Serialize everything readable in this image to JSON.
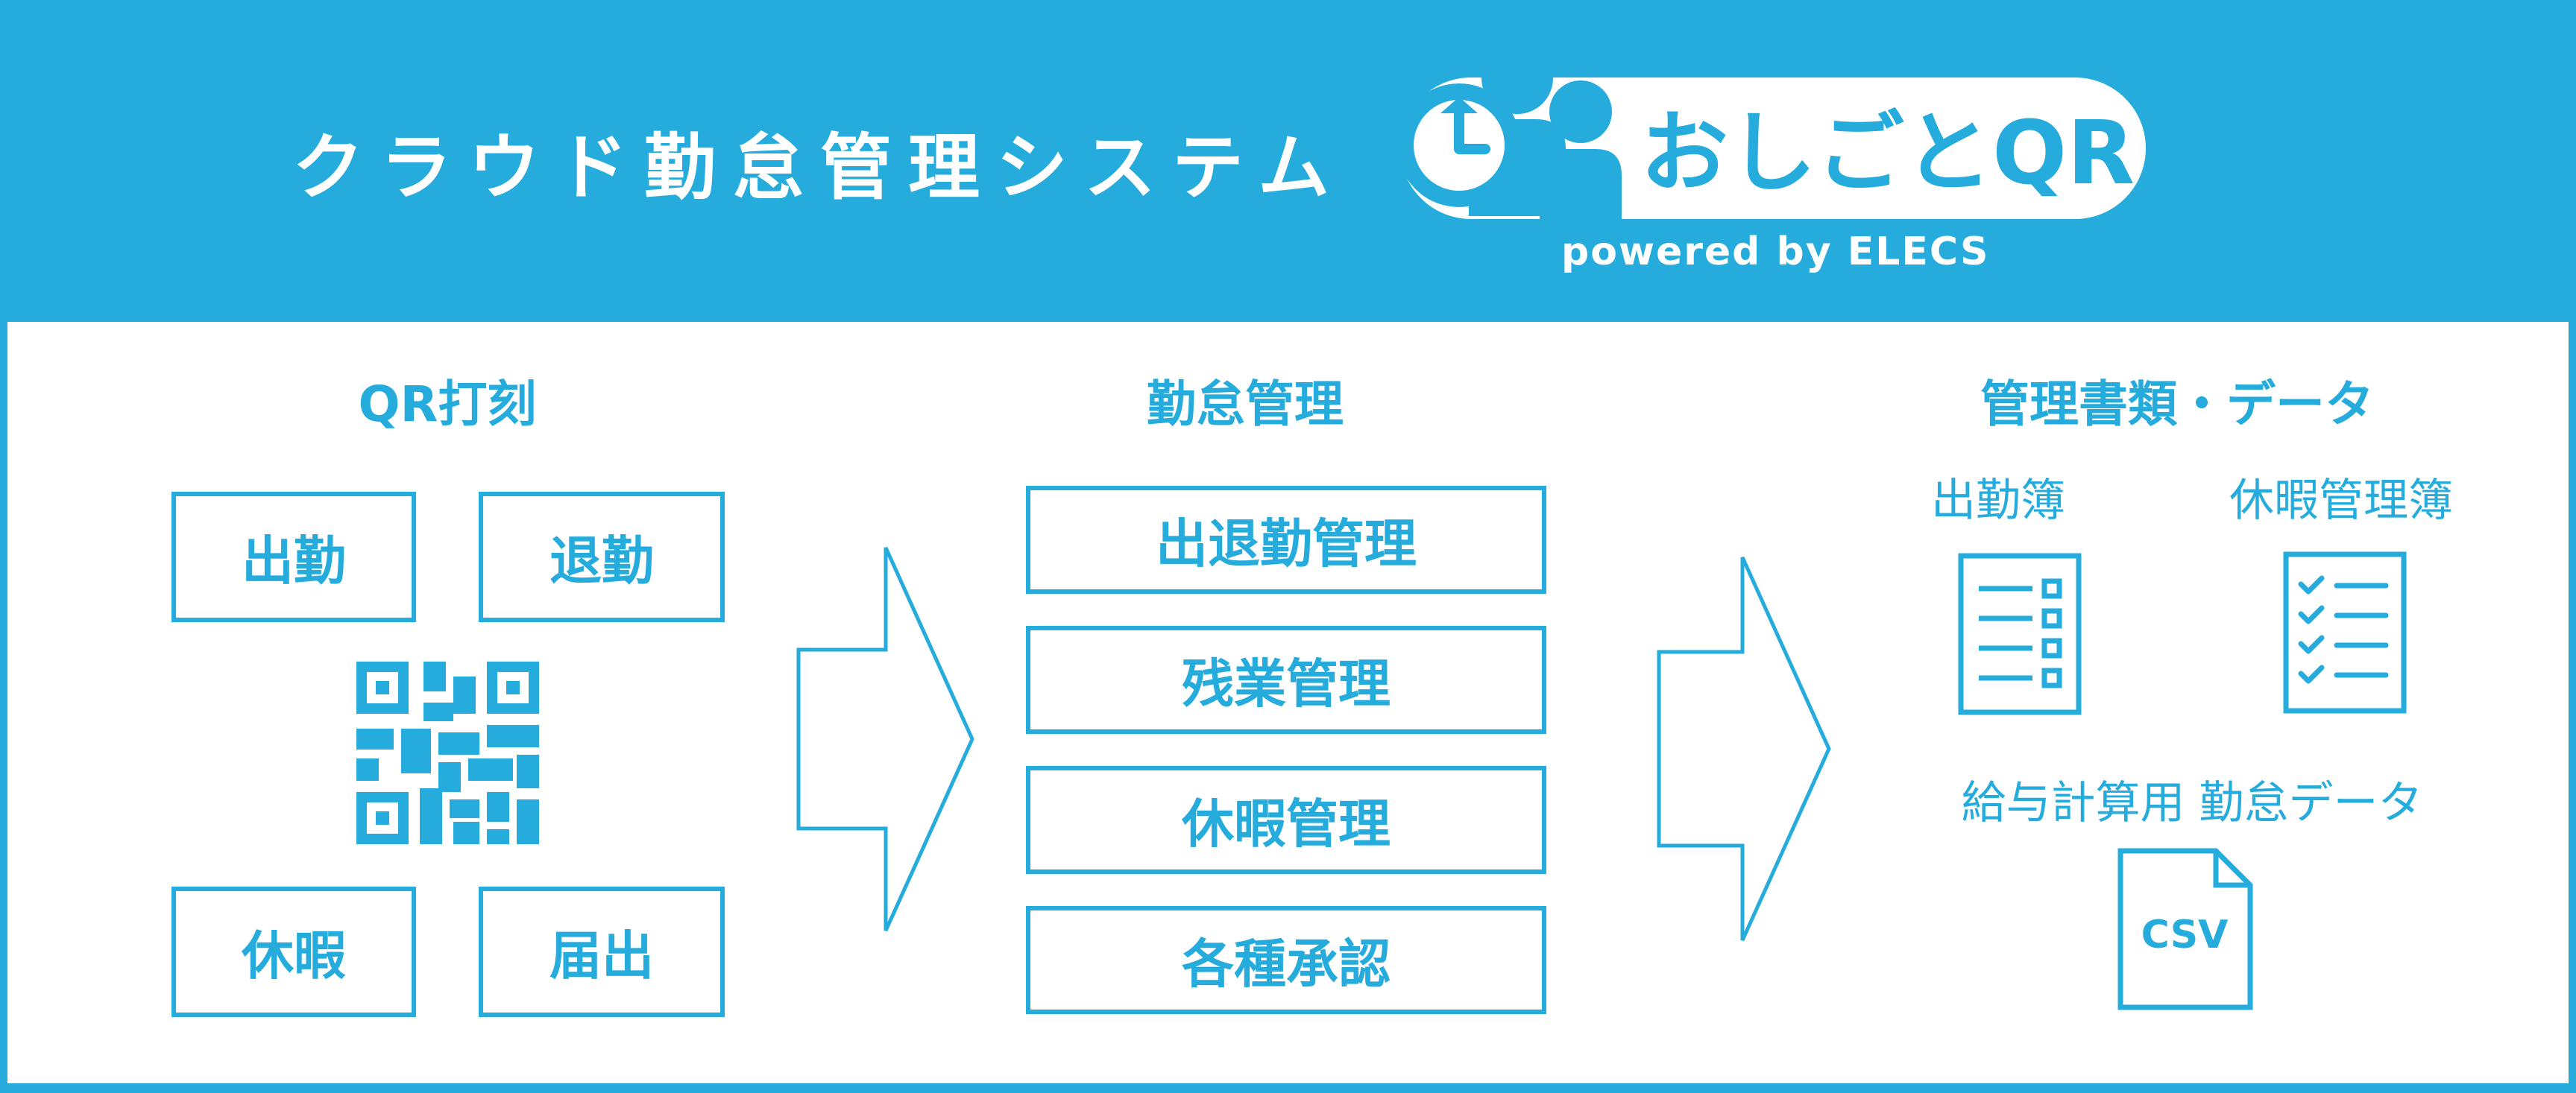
{
  "header": {
    "title": "クラウド勤怠管理システム",
    "logo_name": "おしごとQR",
    "powered_by": "powered by ELECS"
  },
  "sections": {
    "qr": {
      "title": "QR打刻",
      "buttons": [
        "出勤",
        "退勤",
        "休暇",
        "届出"
      ]
    },
    "attendance": {
      "title": "勤怠管理",
      "items": [
        "出退勤管理",
        "残業管理",
        "休暇管理",
        "各種承認"
      ]
    },
    "documents": {
      "title": "管理書類・データ",
      "attendance_book": "出勤簿",
      "leave_book": "休暇管理簿",
      "payroll_data": "給与計算用 勤怠データ",
      "csv_label": "CSV"
    }
  },
  "colors": {
    "primary": "#25acdc",
    "background": "#ffffff"
  },
  "icons": [
    "qr-code-icon",
    "arrow-right-icon",
    "list-document-icon",
    "checklist-document-icon",
    "csv-file-icon",
    "clock-icon",
    "people-icon"
  ]
}
